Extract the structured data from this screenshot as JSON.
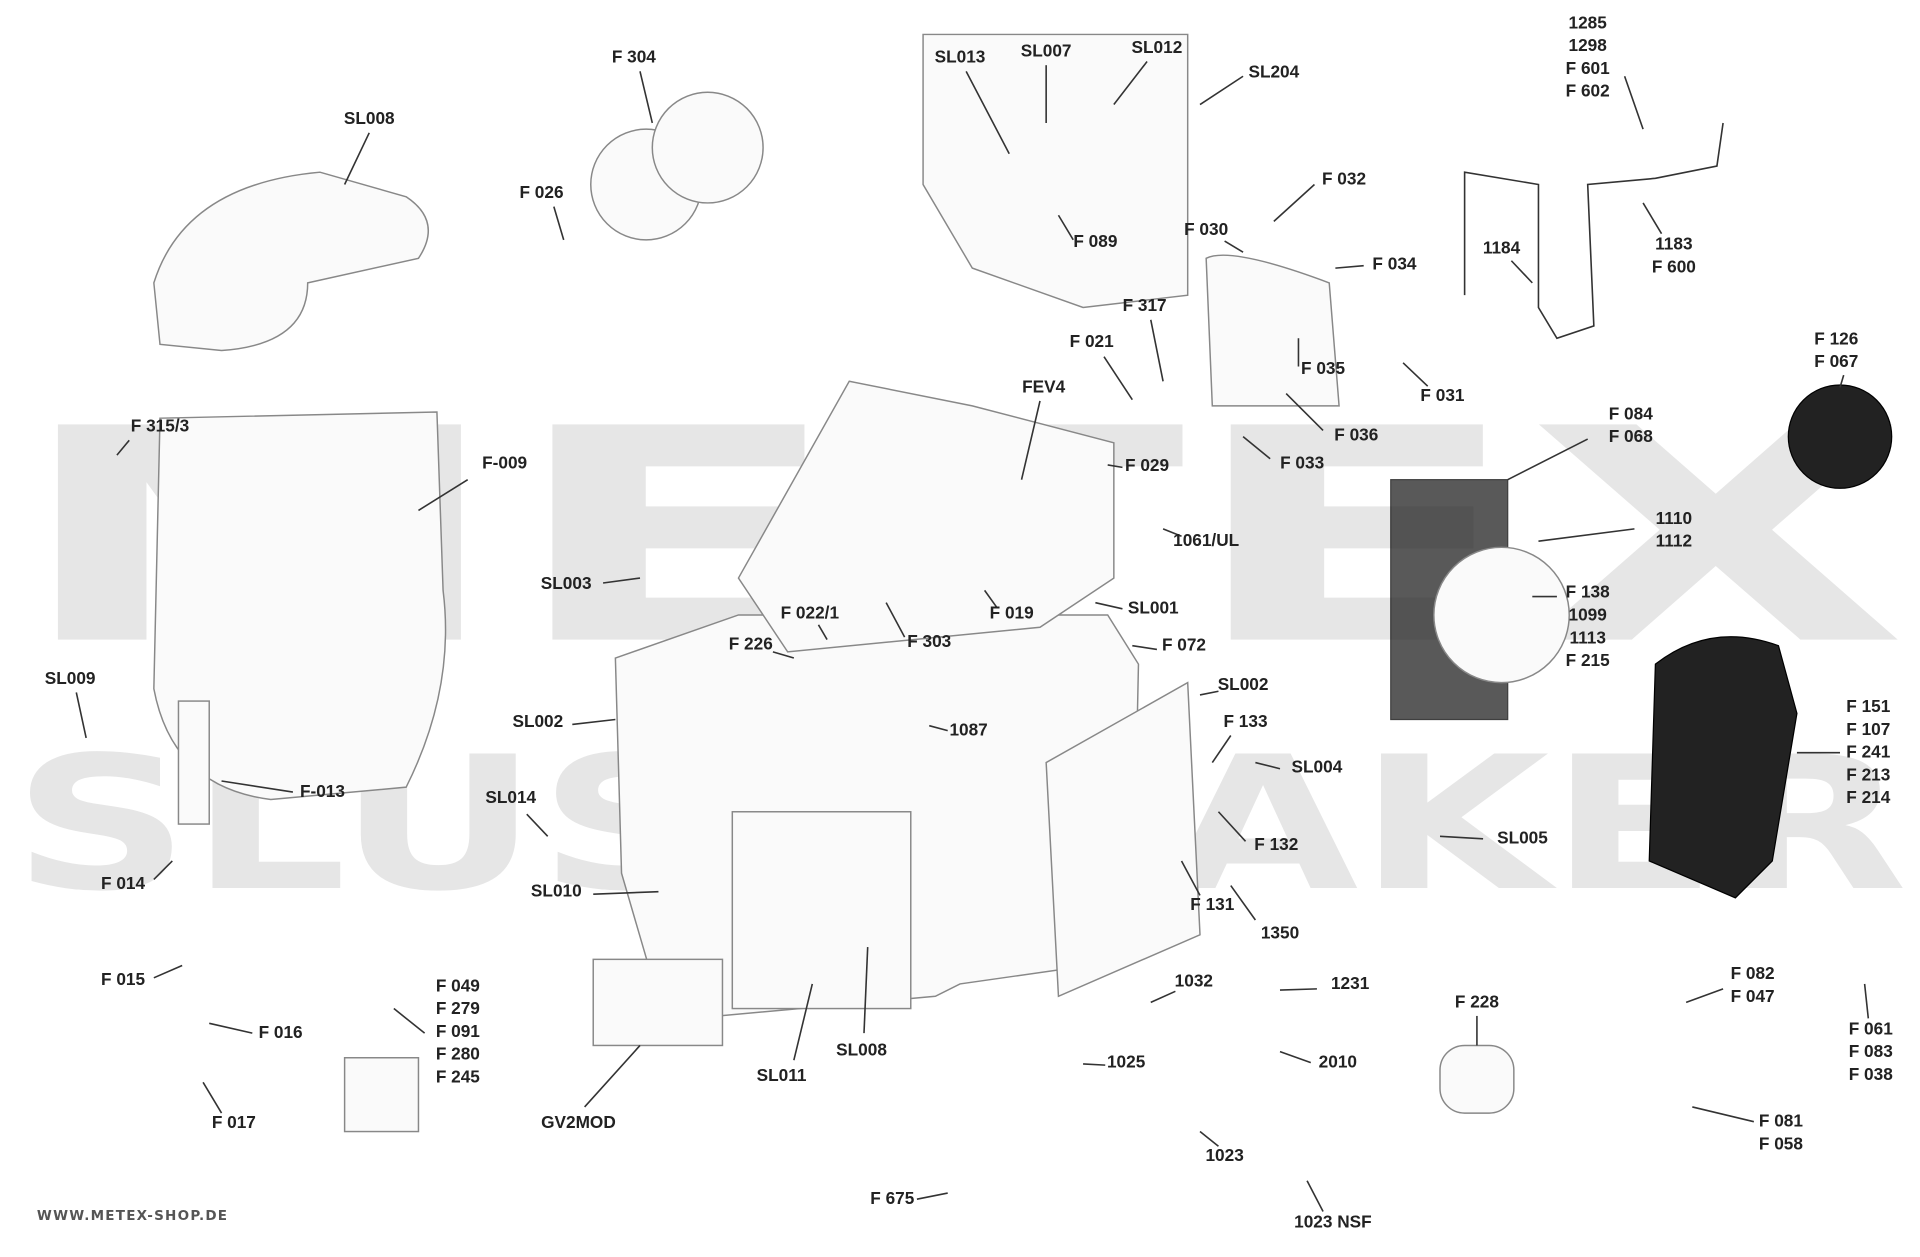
{
  "watermark": {
    "line1": "METEX",
    "line2": "SLUSHMAKER"
  },
  "website": "WWW.METEX-SHOP.DE",
  "labels": [
    [
      "SL008"
    ],
    [
      "F 304"
    ],
    [
      "F 026"
    ],
    [
      "SL013"
    ],
    [
      "SL007"
    ],
    [
      "SL012"
    ],
    [
      "SL204"
    ],
    [
      "F 089"
    ],
    [
      "F 032"
    ],
    [
      "F 030"
    ],
    [
      "F 034"
    ],
    [
      "F 317"
    ],
    [
      "F 021"
    ],
    [
      "F 035"
    ],
    [
      "F 031"
    ],
    [
      "F 036"
    ],
    [
      "FEV4"
    ],
    [
      "F 029"
    ],
    [
      "F 033"
    ],
    [
      "1285",
      "1298",
      "F 601",
      "F 602"
    ],
    [
      "1184"
    ],
    [
      "1183",
      "F 600"
    ],
    [
      "F 126",
      "F 067"
    ],
    [
      "F 084",
      "F 068"
    ],
    [
      "1110",
      "1112"
    ],
    [
      "F 138",
      "1099",
      "1113",
      "F 215"
    ],
    [
      "F 315/3"
    ],
    [
      "F-009"
    ],
    [
      "SL003"
    ],
    [
      "1061/UL"
    ],
    [
      "SL001"
    ],
    [
      "F 019"
    ],
    [
      "F 022/1"
    ],
    [
      "F 303"
    ],
    [
      "F 226"
    ],
    [
      "F 072"
    ],
    [
      "SL009"
    ],
    [
      "SL002"
    ],
    [
      "SL002"
    ],
    [
      "F 133"
    ],
    [
      "1087"
    ],
    [
      "SL004"
    ],
    [
      "F-013"
    ],
    [
      "SL014"
    ],
    [
      "F 132"
    ],
    [
      "SL005"
    ],
    [
      "F 151",
      "F 107",
      "F 241",
      "F 213",
      "F 214"
    ],
    [
      "F 014"
    ],
    [
      "SL010"
    ],
    [
      "F 131"
    ],
    [
      "1350"
    ],
    [
      "F 015"
    ],
    [
      "1032"
    ],
    [
      "1231"
    ],
    [
      "F 049",
      "F 279",
      "F 091",
      "F 280",
      "F 245"
    ],
    [
      "F 082",
      "F 047"
    ],
    [
      "F 228"
    ],
    [
      "F 016"
    ],
    [
      "1025"
    ],
    [
      "2010"
    ],
    [
      "SL008"
    ],
    [
      "SL011"
    ],
    [
      "F 061",
      "F 083",
      "F 038"
    ],
    [
      "F 017"
    ],
    [
      "GV2MOD"
    ],
    [
      "F 081",
      "F 058"
    ],
    [
      "1023"
    ],
    [
      "F 675"
    ],
    [
      "1023 NSF"
    ]
  ]
}
